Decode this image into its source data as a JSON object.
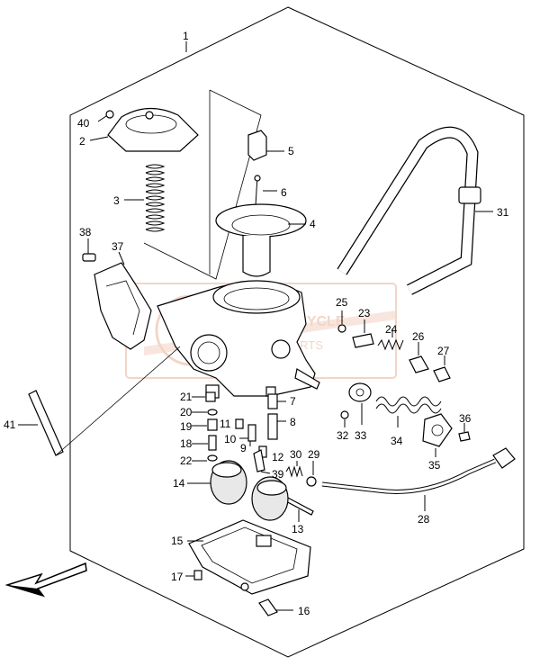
{
  "diagram": {
    "callouts": {
      "c1": "1",
      "c2": "2",
      "c3": "3",
      "c4": "4",
      "c5": "5",
      "c6": "6",
      "c7": "7",
      "c8": "8",
      "c9": "9",
      "c10": "10",
      "c11": "11",
      "c12": "12",
      "c13": "13",
      "c14": "14",
      "c15": "15",
      "c16": "16",
      "c17": "17",
      "c18": "18",
      "c19": "19",
      "c20": "20",
      "c21": "21",
      "c22": "22",
      "c23": "23",
      "c24": "24",
      "c25": "25",
      "c26": "26",
      "c27": "27",
      "c28": "28",
      "c29": "29",
      "c30": "30",
      "c31": "31",
      "c32": "32",
      "c33": "33",
      "c34": "34",
      "c35": "35",
      "c36": "36",
      "c37": "37",
      "c38": "38",
      "c39": "39",
      "c40": "40",
      "c41": "41"
    },
    "watermark": "PARTS REPUBLIK MOTORCYCLE SPARE PARTS",
    "colors": {
      "line": "#000000",
      "watermark": "#e9b39a",
      "background": "#ffffff"
    },
    "icons": [
      "front-direction-arrow-icon"
    ]
  }
}
